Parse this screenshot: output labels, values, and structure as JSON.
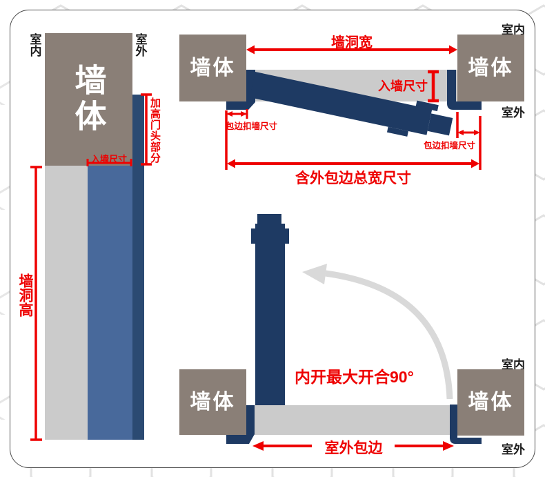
{
  "colors": {
    "wall": "#8a7f77",
    "door_navy": "#1e3a63",
    "frame_navy": "#2b4a72",
    "frame_blue": "#48699b",
    "light_gray": "#cbcbcb",
    "dimension_red": "#ee0000",
    "swing_arc_gray": "#d9d9d9"
  },
  "side_view": {
    "indoor": "室内",
    "outdoor": "室外",
    "wall": "墙体",
    "hole_height": "墙洞高",
    "into_wall": "入墙尺寸",
    "raised_header": "加高门头部分"
  },
  "top_view": {
    "indoor": "室内",
    "outdoor": "室外",
    "wall_left": "墙体",
    "wall_right": "墙体",
    "hole_width": "墙洞宽",
    "into_wall": "入墙尺寸",
    "edge_overlap_left": "包边扣墙尺寸",
    "edge_overlap_right": "包边扣墙尺寸",
    "total_width": "含外包边总宽尺寸"
  },
  "plan_view": {
    "indoor": "室内",
    "outdoor": "室外",
    "wall_left": "墙体",
    "wall_right": "墙体",
    "max_opening": "内开最大开合90°",
    "outdoor_edge": "室外包边"
  }
}
